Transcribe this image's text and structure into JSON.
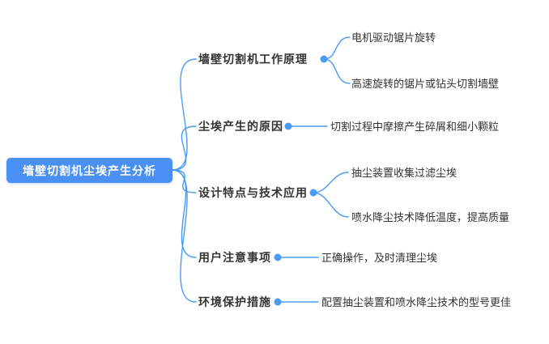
{
  "colors": {
    "accent": "#4a9bf5",
    "root_bg": "#4a90f2",
    "text": "#333333"
  },
  "mindmap": {
    "root": "墙壁切割机尘埃产生分析",
    "branches": [
      {
        "label": "墙壁切割机工作原理",
        "children": [
          "电机驱动锯片旋转",
          "高速旋转的锯片或钻头切割墙壁"
        ]
      },
      {
        "label": "尘埃产生的原因",
        "children": [
          "切割过程中摩擦产生碎屑和细小颗粒"
        ]
      },
      {
        "label": "设计特点与技术应用",
        "children": [
          "抽尘装置收集过滤尘埃",
          "喷水降尘技术降低温度，提高质量"
        ]
      },
      {
        "label": "用户注意事项",
        "children": [
          "正确操作，及时清理尘埃"
        ]
      },
      {
        "label": "环境保护措施",
        "children": [
          "配置抽尘装置和喷水降尘技术的型号更佳"
        ]
      }
    ]
  }
}
